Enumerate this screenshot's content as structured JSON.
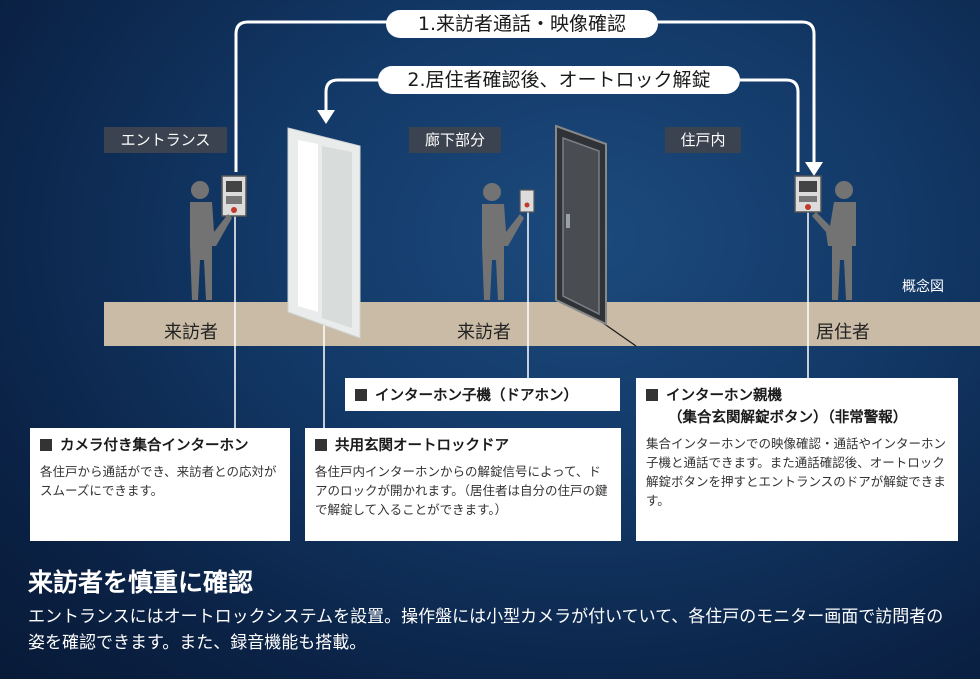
{
  "arrows": {
    "call_label": "1.来訪者通話・映像確認",
    "unlock_label": "2.居住者確認後、オートロック解錠"
  },
  "zones": {
    "entrance": "エントランス",
    "corridor": "廊下部分",
    "dwelling": "住戸内"
  },
  "floor_labels": {
    "visitor_entrance": "来訪者",
    "visitor_corridor": "来訪者",
    "resident": "居住者"
  },
  "concept_label": "概念図",
  "captions": {
    "camera_intercom": {
      "title": "カメラ付き集合インターホン",
      "body": "各住戸から通話ができ、来訪者との応対がスムーズにできます。"
    },
    "shared_door": {
      "title": "共用玄関オートロックドア",
      "body": "各住戸内インターホンからの解錠信号によって、ドアのロックが開かれます。（居住者は自分の住戸の鍵で解錠して入ることができます。）"
    },
    "sub_unit": {
      "title": "インターホン子機（ドアホン）"
    },
    "master_unit": {
      "title": "インターホン親機",
      "subtitle": "（集合玄関解錠ボタン）（非常警報）",
      "body": "集合インターホンでの映像確認・通話やインターホン子機と通話できます。また通話確認後、オートロック解錠ボタンを押すとエントランスのドアが解錠できます。"
    }
  },
  "headline": "来訪者を慎重に確認",
  "description": "エントランスにはオートロックシステムを設置。操作盤には小型カメラが付いていて、各住戸のモニター画面で訪問者の姿を確認できます。また、録音機能も搭載。",
  "colors": {
    "floor": "#c9bba6",
    "person": "#707070",
    "label_bg": "#3c4350",
    "line": "#ffffff"
  }
}
